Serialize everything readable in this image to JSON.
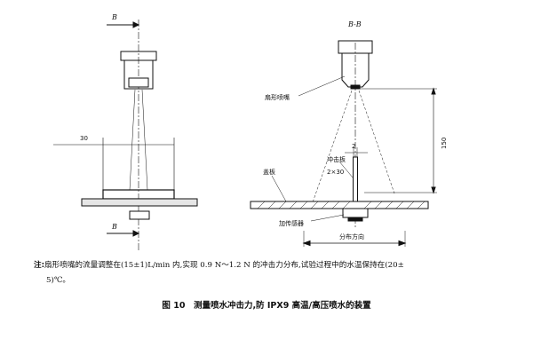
{
  "left_view": {
    "section_mark_top": "B",
    "section_mark_bottom": "B",
    "dimension_30": "30"
  },
  "right_view": {
    "section_title": "B-B",
    "nozzle_label": "扇形喷嘴",
    "dimension_150": "150",
    "dimension_2": "2",
    "impact_plate_label": "冲击板",
    "impact_plate_size": "2×30",
    "cover_label": "盖板",
    "sensor_label": "加传感器",
    "direction_label": "分布方向"
  },
  "note": {
    "prefix": "注:",
    "line1": "扇形喷嘴的流量调整在(15±1)L/min 内,实现 0.9 N～1.2 N 的冲击力分布,试验过程中的水温保持在(20±",
    "line2": "5)℃。"
  },
  "caption": "图 10　测量喷水冲击力,防 IPX9 高温/高压喷水的装置"
}
